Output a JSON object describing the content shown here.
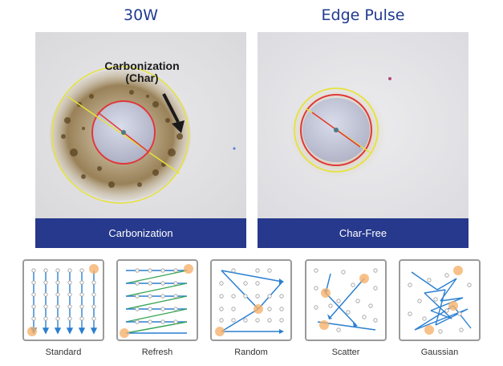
{
  "left_panel": {
    "heading": "30W",
    "annotation_line1": "Carbonization",
    "annotation_line2": "(Char)",
    "caption": "Carbonization"
  },
  "right_panel": {
    "heading": "Edge Pulse",
    "caption": "Char-Free"
  },
  "patterns": [
    {
      "label": "Standard"
    },
    {
      "label": "Refresh"
    },
    {
      "label": "Random"
    },
    {
      "label": "Scatter"
    },
    {
      "label": "Gaussian"
    }
  ],
  "colors": {
    "heading": "#1f3a8f",
    "caption_bar": "#26398c",
    "scan_blue": "#2b7fd0",
    "scan_green": "#3aa655",
    "highlight": "#f6b26b",
    "ring_yellow": "#e6e23a",
    "ring_red": "#e0383a"
  }
}
